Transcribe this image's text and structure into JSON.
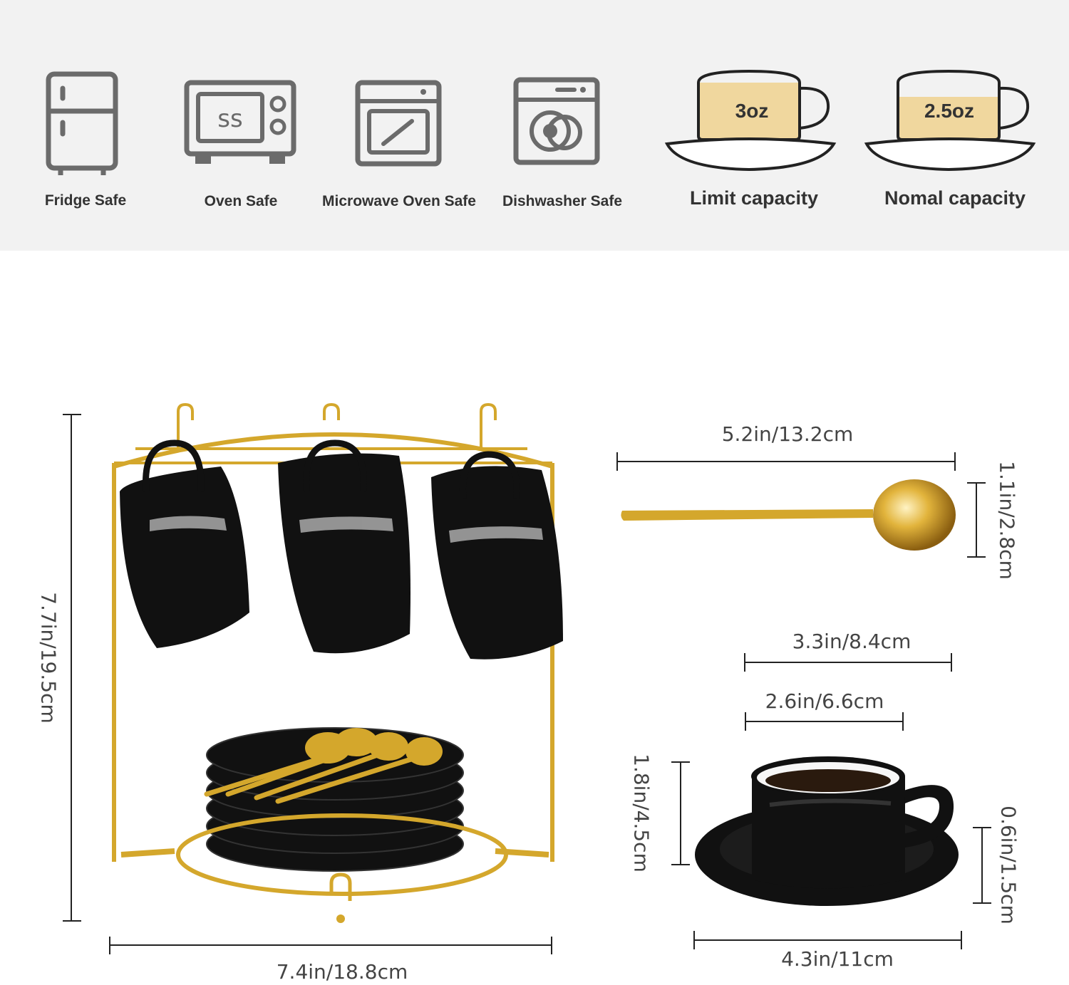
{
  "features": {
    "fridge": {
      "label": "Fridge Safe",
      "icon": "fridge-icon"
    },
    "oven": {
      "label": "Oven Safe",
      "icon": "oven-icon"
    },
    "microwave": {
      "label": "Microwave Oven Safe",
      "icon": "microwave-icon"
    },
    "dishwasher": {
      "label": "Dishwasher Safe",
      "icon": "dishwasher-icon"
    }
  },
  "capacity": {
    "limit": {
      "value": "3oz",
      "label": "Limit capacity"
    },
    "normal": {
      "value": "2.5oz",
      "label": "Nomal capacity"
    }
  },
  "dimensions": {
    "rack_height": "7.7in/19.5cm",
    "rack_width": "7.4in/18.8cm",
    "spoon_length": "5.2in/13.2cm",
    "spoon_bowl": "1.1in/2.8cm",
    "saucer_outer": "3.3in/8.4cm",
    "cup_diameter": "2.6in/6.6cm",
    "cup_height": "1.8in/4.5cm",
    "saucer_height": "0.6in/1.5cm",
    "saucer_diameter": "4.3in/11cm"
  },
  "colors": {
    "icon_gray": "#6b6b6b",
    "gold": "#d4a72c",
    "cup_fill": "#f0d79e",
    "porcelain": "#111111"
  }
}
